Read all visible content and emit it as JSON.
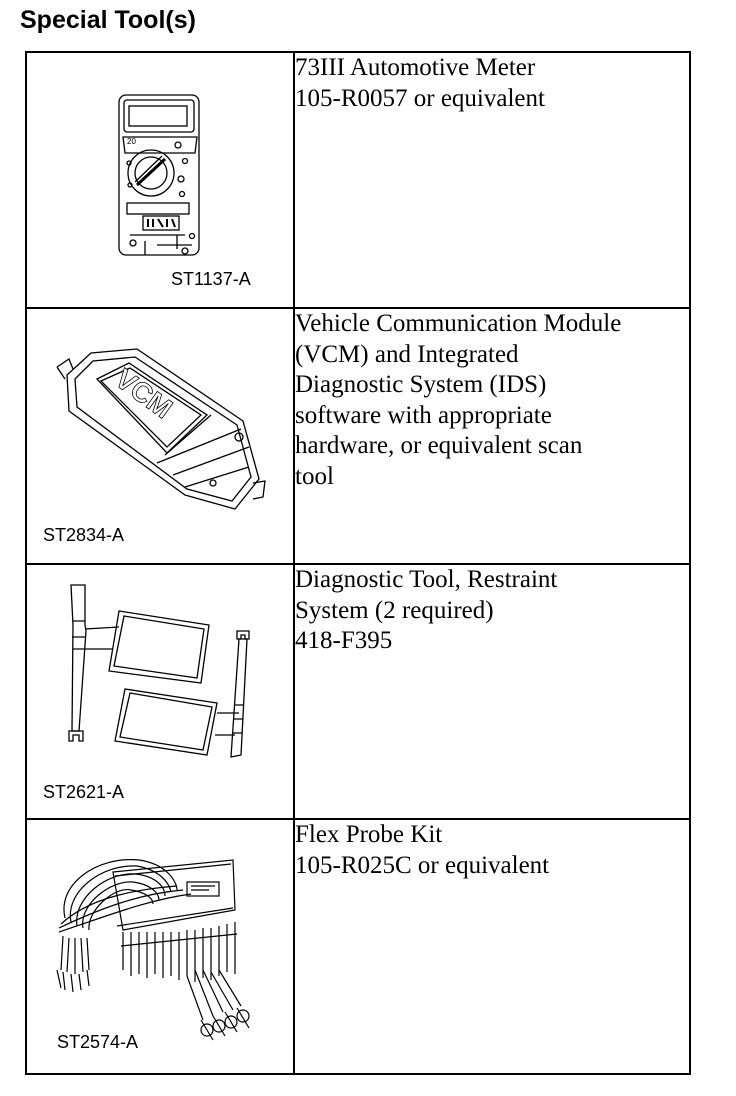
{
  "heading": "Special Tool(s)",
  "tools": [
    {
      "figure_id": "ST1137-A",
      "icon": "automotive-meter-icon",
      "lines": [
        "73III Automotive Meter",
        "105-R0057 or equivalent"
      ]
    },
    {
      "figure_id": "ST2834-A",
      "icon": "vcm-module-icon",
      "lines": [
        "Vehicle Communication Module",
        "(VCM) and Integrated",
        "Diagnostic System (IDS)",
        "software with appropriate",
        "hardware, or equivalent scan",
        "tool"
      ]
    },
    {
      "figure_id": "ST2621-A",
      "icon": "restraint-diagnostic-tool-icon",
      "lines": [
        "Diagnostic Tool, Restraint",
        "System (2 required)",
        "418-F395"
      ]
    },
    {
      "figure_id": "ST2574-A",
      "icon": "flex-probe-kit-icon",
      "lines": [
        "Flex Probe Kit",
        "105-R025C or equivalent"
      ]
    }
  ],
  "figure_texts": {
    "vcm_logo": "VCM"
  }
}
